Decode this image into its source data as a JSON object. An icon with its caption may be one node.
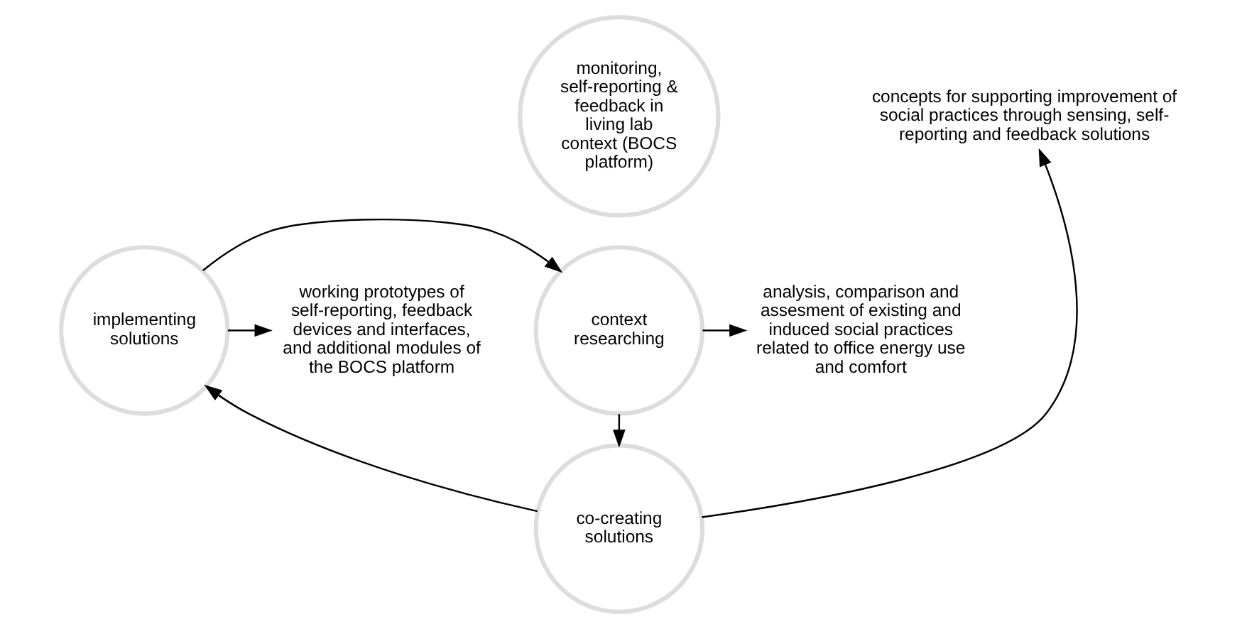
{
  "diagram": {
    "nodes": [
      {
        "text": [
          "monitoring, self-reporting & feedback in living lab context (BOCS platform)"
        ]
      },
      {
        "text": [
          "co-creating solutions"
        ]
      },
      {
        "text": [
          "implementing solutions"
        ]
      },
      {
        "text": [
          "context researching"
        ]
      },
      {
        "text": [
          "concepts for supporting improvement of social practices through sensing, self-reporting and feedback solutions"
        ]
      },
      {
        "text": [
          "working prototypes of self-reporting, feedback devices and interfaces, and additional modules of the BOCS platform"
        ]
      },
      {
        "text": [
          "analysis, comparison and assesment of existing and induced social practices related to office energy use and comfort"
        ]
      }
    ],
    "edges": [
      {
        "from": 1,
        "to": 4,
        "arrow": "to"
      },
      {
        "from": 1,
        "to": 2,
        "arrow": "to"
      },
      {
        "from": 2,
        "to": 3,
        "arrow": "to"
      },
      {
        "from": 3,
        "to": 1,
        "arrow": "to"
      },
      {
        "from": 2,
        "to": 5,
        "arrow": "to"
      },
      {
        "from": 3,
        "to": 6,
        "arrow": "to"
      }
    ]
  }
}
